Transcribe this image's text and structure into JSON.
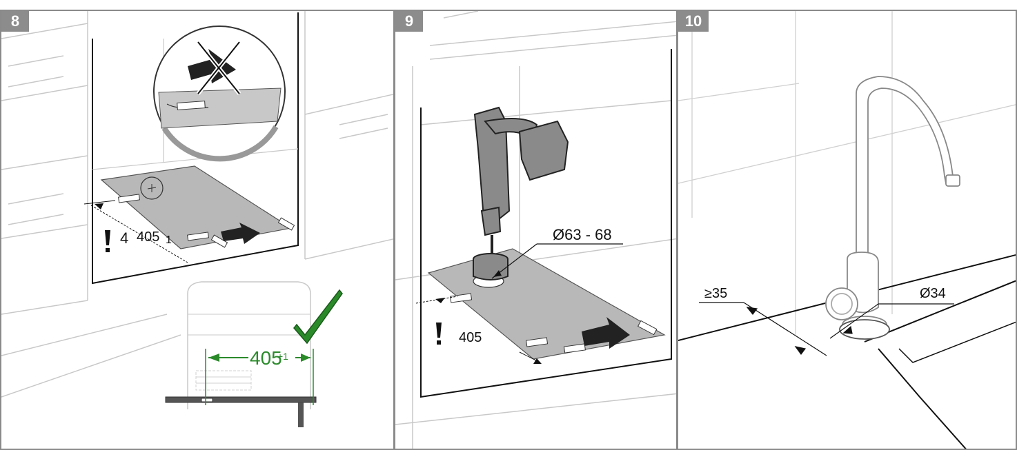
{
  "panels": [
    {
      "number": "8",
      "dimension_partial": "4",
      "dimension_main": "405",
      "dimension_tolerance_partial": "1",
      "detail_dimension": "405",
      "detail_tolerance": "+1",
      "correct_color": "#2a8a2a",
      "icons": [
        "wrong-orientation-icon",
        "checkmark-icon",
        "exclamation-icon",
        "arrow-icon"
      ]
    },
    {
      "number": "9",
      "dimension_main": "405",
      "hole_diameter": "Ø63 - 68",
      "icons": [
        "drill-icon",
        "hole-saw-icon",
        "exclamation-icon",
        "arrow-icon"
      ]
    },
    {
      "number": "10",
      "min_distance": "≥35",
      "tap_diameter": "Ø34",
      "icons": [
        "tap-icon",
        "sink-icon"
      ]
    }
  ],
  "colors": {
    "border": "#8a8a8a",
    "badge": "#8c8c8c",
    "line": "#c8c8c8",
    "dark": "#111111",
    "template_fill": "#b8b8b8",
    "green": "#2a8a2a"
  }
}
